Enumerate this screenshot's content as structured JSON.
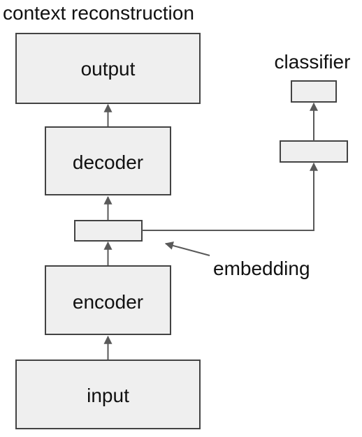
{
  "diagram": {
    "labels": {
      "title": "context reconstruction",
      "classifier": "classifier",
      "embedding": "embedding"
    },
    "nodes": {
      "output": "output",
      "decoder": "decoder",
      "encoder": "encoder",
      "input": "input",
      "embedding_box": "",
      "classifier_hidden": "",
      "classifier_output": ""
    },
    "colors": {
      "box_fill": "#efefef",
      "box_stroke": "#434343",
      "arrow": "#595959",
      "text": "#111111"
    }
  }
}
